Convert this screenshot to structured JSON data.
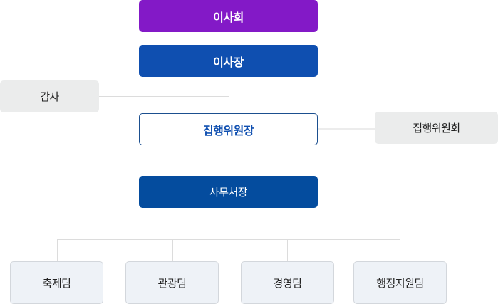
{
  "org_chart": {
    "board": {
      "label": "이사회",
      "color": "#8319C7"
    },
    "chairman": {
      "label": "이사장",
      "color": "#0F4FB0"
    },
    "audit": {
      "label": "감사"
    },
    "executive_chair": {
      "label": "집행위원장",
      "border_color": "#1B4F8F"
    },
    "executive_committee": {
      "label": "집행위원회"
    },
    "secretary_general": {
      "label": "사무처장",
      "color": "#044C9E"
    },
    "teams": [
      {
        "label": "축제팀"
      },
      {
        "label": "관광팀"
      },
      {
        "label": "경영팀"
      },
      {
        "label": "행정지원팀"
      }
    ]
  }
}
